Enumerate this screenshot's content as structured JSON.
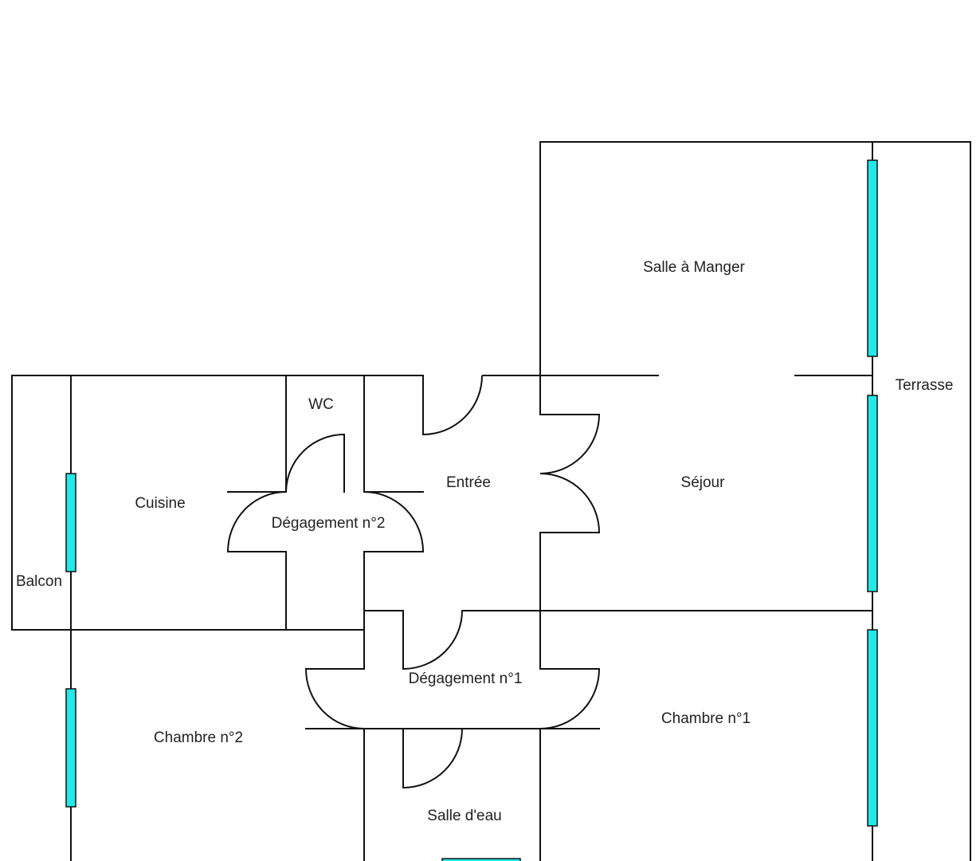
{
  "colors": {
    "wall": "#111111",
    "window": "#22e8e8",
    "background": "#ffffff",
    "text": "#222222"
  },
  "rooms": {
    "salle_a_manger": "Salle à Manger",
    "terrasse": "Terrasse",
    "wc": "WC",
    "entree": "Entrée",
    "sejour": "Séjour",
    "cuisine": "Cuisine",
    "degagement_2": "Dégagement n°2",
    "balcon": "Balcon",
    "degagement_1": "Dégagement n°1",
    "chambre_1": "Chambre n°1",
    "chambre_2": "Chambre n°2",
    "salle_d_eau": "Salle d'eau"
  }
}
